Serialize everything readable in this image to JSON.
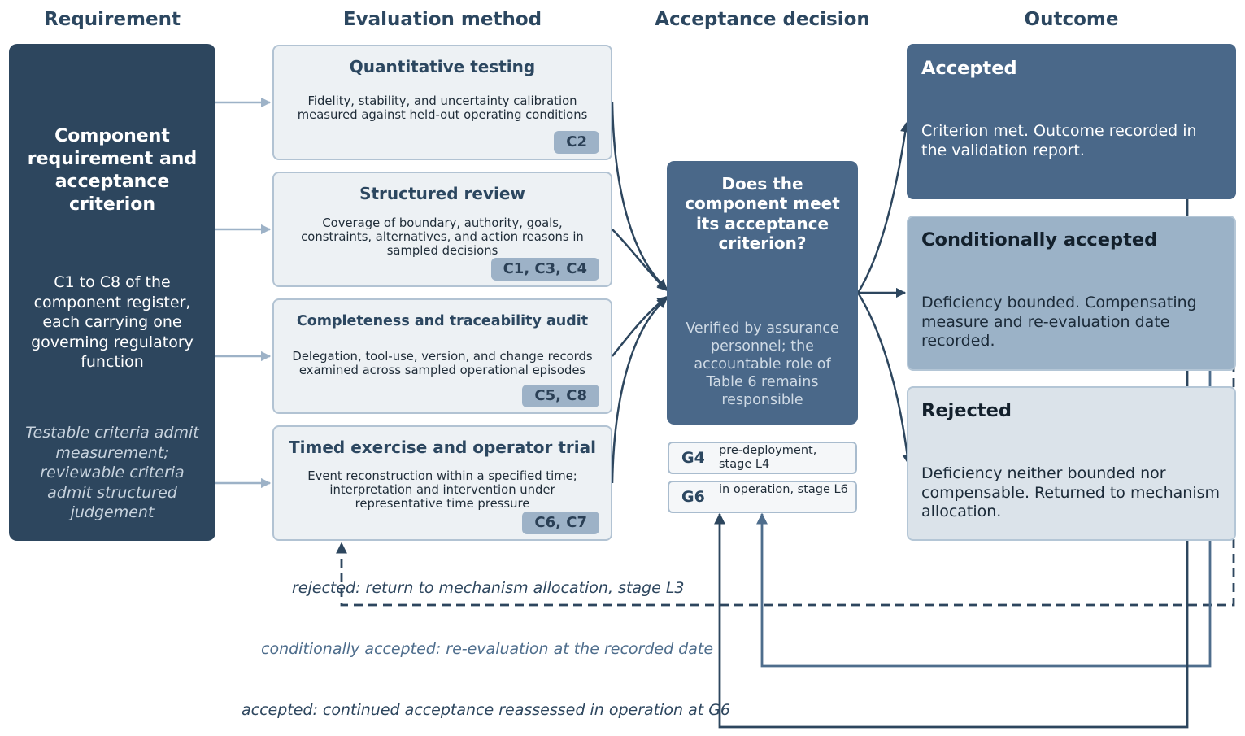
{
  "columns": {
    "requirement": "Requirement",
    "evaluation": "Evaluation method",
    "decision": "Acceptance decision",
    "outcome": "Outcome"
  },
  "requirement": {
    "title": "Component requirement and acceptance criterion",
    "body": "C1 to C8 of the component register, each carrying one governing regulatory function",
    "note": "Testable criteria admit measurement; reviewable criteria admit structured judgement"
  },
  "methods": [
    {
      "title": "Quantitative testing",
      "description": "Fidelity, stability, and uncertainty calibration measured against held-out operating conditions",
      "codes": "C2"
    },
    {
      "title": "Structured review",
      "description": "Coverage of boundary, authority, goals, constraints, alternatives, and action reasons in sampled decisions",
      "codes": "C1, C3, C4"
    },
    {
      "title": "Completeness and traceability audit",
      "description": "Delegation, tool-use, version, and change records examined across sampled operational episodes",
      "codes": "C5, C8"
    },
    {
      "title": "Timed exercise and operator trial",
      "description": "Event reconstruction within a specified time; interpretation and intervention under representative time pressure",
      "codes": "C6, C7"
    }
  ],
  "decision": {
    "question": "Does the component meet its acceptance criterion?",
    "note": "Verified by assurance personnel; the accountable role of Table 6 remains responsible"
  },
  "gates": [
    {
      "code": "G4",
      "label": "pre-deployment, stage L4"
    },
    {
      "code": "G6",
      "label": "in operation, stage L6"
    }
  ],
  "outcomes": [
    {
      "title": "Accepted",
      "description": "Criterion met. Outcome recorded in the validation report.",
      "colors": {
        "bg": "#4a6889",
        "title": "#ffffff",
        "text": "#ffffff",
        "border": "#4a6889"
      }
    },
    {
      "title": "Conditionally accepted",
      "description": "Deficiency bounded. Compensating measure and re-evaluation date recorded.",
      "colors": {
        "bg": "#9bb2c7",
        "title": "#13202c",
        "text": "#1b2a38",
        "border": "#b4c6d6"
      }
    },
    {
      "title": "Rejected",
      "description": "Deficiency neither bounded nor compensable. Returned to mechanism allocation.",
      "colors": {
        "bg": "#dbe3ea",
        "title": "#13202c",
        "text": "#1b2a38",
        "border": "#b4c6d6"
      }
    }
  ],
  "loops": {
    "rejected": "rejected: return to mechanism allocation, stage L3",
    "conditional": "conditionally accepted: re-evaluation at the recorded date",
    "accepted": "accepted: continued acceptance reassessed in operation at G6"
  },
  "colors": {
    "dark": "#2d465e",
    "mid": "#4a6889",
    "light_connector": "#9db2c7",
    "conditional_loop": "#4e6d8c"
  }
}
